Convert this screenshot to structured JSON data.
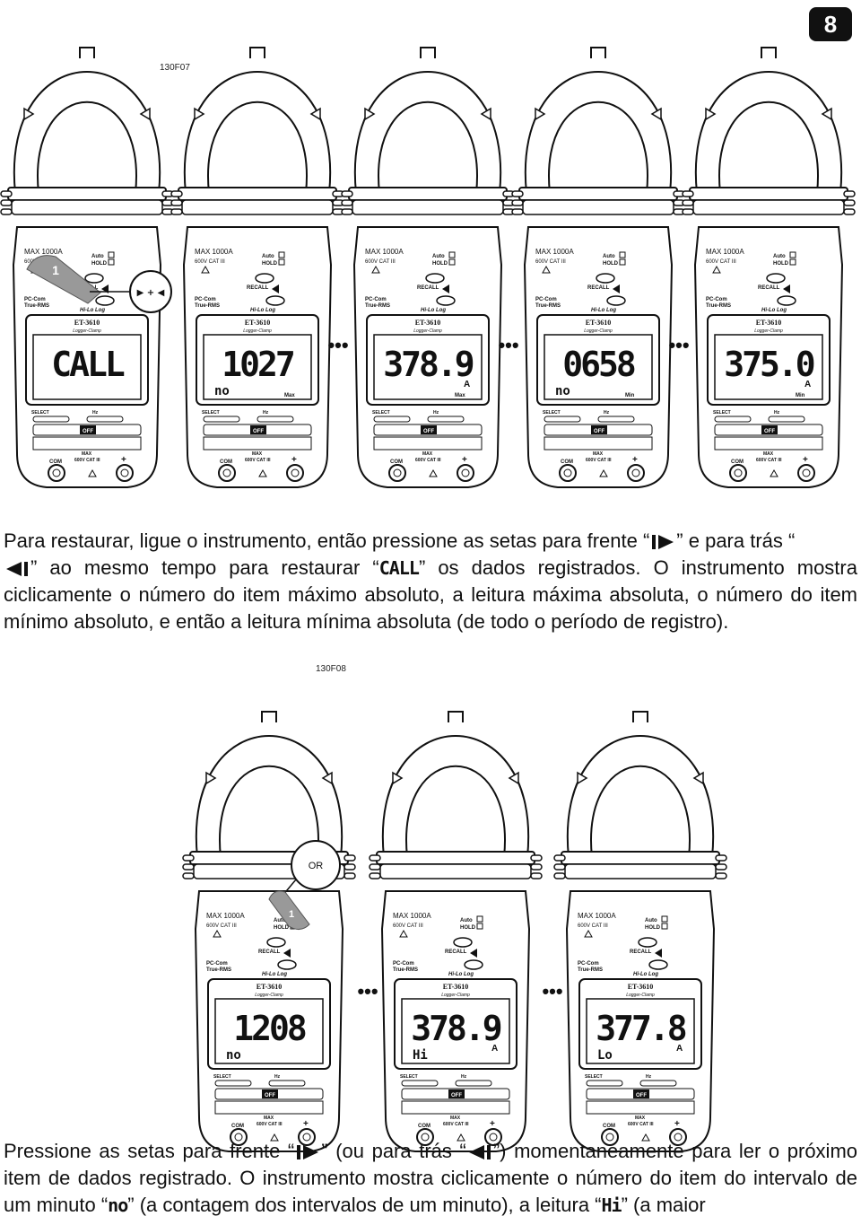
{
  "page_number": "8",
  "figure1": {
    "label": "130F07",
    "callout_number": "1",
    "callout_buttons": "▶ + ◀",
    "meters": [
      {
        "lcd_main": "CALL",
        "lcd_sub": "",
        "indicator": "",
        "unit": ""
      },
      {
        "lcd_main": "1027",
        "lcd_sub": "no",
        "indicator": "Max",
        "unit": ""
      },
      {
        "lcd_main": "378.9",
        "lcd_sub": "",
        "indicator": "Max",
        "unit": "A"
      },
      {
        "lcd_main": "0658",
        "lcd_sub": "no",
        "indicator": "Min",
        "unit": ""
      },
      {
        "lcd_main": "375.0",
        "lcd_sub": "",
        "indicator": "Min",
        "unit": "A"
      }
    ]
  },
  "figure2": {
    "label": "130F08",
    "callout_number": "1",
    "callout_or": "OR",
    "meters": [
      {
        "lcd_main": "1208",
        "lcd_sub": "no",
        "indicator": "",
        "unit": ""
      },
      {
        "lcd_main": "378.9",
        "lcd_sub": "Hi",
        "indicator": "",
        "unit": "A"
      },
      {
        "lcd_main": "377.8",
        "lcd_sub": "Lo",
        "indicator": "",
        "unit": "A"
      }
    ]
  },
  "meter_text": {
    "max_current": "MAX 1000A",
    "cat_rating": "600V CAT III",
    "auto": "Auto",
    "hold": "HOLD",
    "recall": "RECALL",
    "pc_com": "PC-Com",
    "true_rms": "True-RMS",
    "hi_lo_log": "Hi-Lo Log",
    "model": "ET-3610",
    "subtitle": "Logger-Clamp",
    "select": "SELECT",
    "hz": "Hz",
    "off": "OFF",
    "com": "COM",
    "max_small": "MAX",
    "plus": "+"
  },
  "ellipsis": "•••",
  "paragraph1": {
    "t1": "Para restaurar, ligue o instrumento, então pressione as setas para frente “",
    "t2": "” e para trás “",
    "t3": "” ao mesmo tempo para restaurar “",
    "lcd_word": "CALL",
    "t4": "” os dados registrados. O instrumento mostra ciclicamente o número do item máximo absoluto, a leitura máxima absoluta, o número do item mínimo absoluto, e então a leitura mínima absoluta (de todo o período de registro)."
  },
  "paragraph2": {
    "t1": "Pressione as setas para frente “",
    "t2": "” (ou para trás “",
    "t3": "”) momentaneamente para ler o próximo item de dados registrado. O instrumento mostra ciclicamente o número do item do intervalo de um minuto “",
    "lcd_no": "no",
    "t4": "” (a contagem dos intervalos de um minuto), a leitura “",
    "lcd_hi": "Hi",
    "t5": "” (a maior"
  }
}
